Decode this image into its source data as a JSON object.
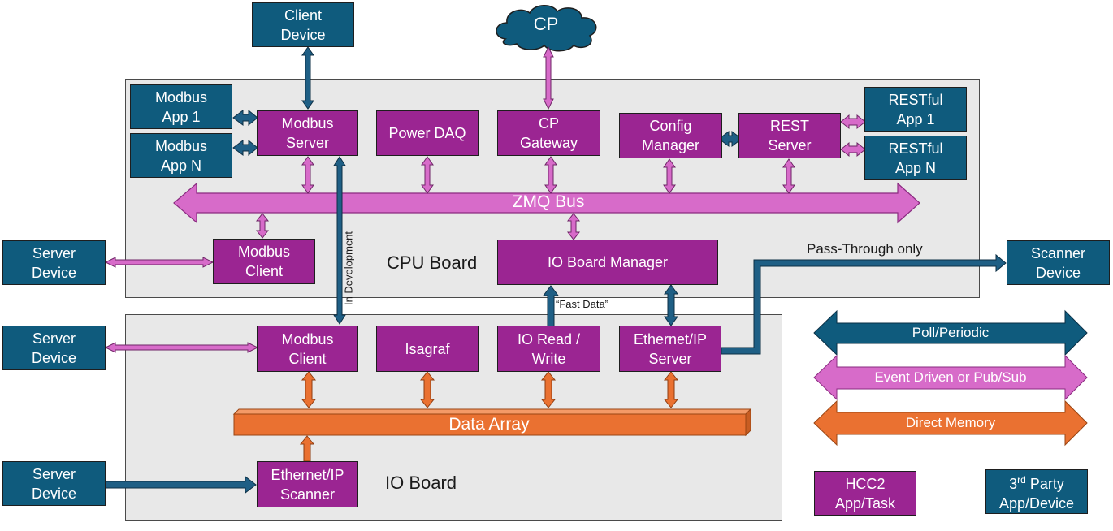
{
  "boards": {
    "cpu_board": "CPU Board",
    "io_board": "IO Board"
  },
  "nodes": {
    "client_device": [
      "Client",
      "Device"
    ],
    "cp_cloud": "CP",
    "modbus_app_1": [
      "Modbus",
      "App 1"
    ],
    "modbus_app_n": [
      "Modbus",
      "App N"
    ],
    "modbus_server": [
      "Modbus",
      "Server"
    ],
    "power_daq": [
      "Power DAQ"
    ],
    "cp_gateway": [
      "CP",
      "Gateway"
    ],
    "config_manager": [
      "Config",
      "Manager"
    ],
    "rest_server": [
      "REST",
      "Server"
    ],
    "restful_app_1": [
      "RESTful",
      "App 1"
    ],
    "restful_app_n": [
      "RESTful",
      "App N"
    ],
    "server_device_cpu": [
      "Server",
      "Device"
    ],
    "modbus_client_cpu": [
      "Modbus",
      "Client"
    ],
    "io_board_manager": [
      "IO Board Manager"
    ],
    "scanner_device": [
      "Scanner",
      "Device"
    ],
    "server_device_io_1": [
      "Server",
      "Device"
    ],
    "modbus_client_io": [
      "Modbus",
      "Client"
    ],
    "isagraf": [
      "Isagraf"
    ],
    "io_read_write": [
      "IO Read /",
      "Write"
    ],
    "ethernet_ip_server": [
      "Ethernet/IP",
      "Server"
    ],
    "server_device_io_2": [
      "Server",
      "Device"
    ],
    "ethernet_ip_scanner": [
      "Ethernet/IP",
      "Scanner"
    ]
  },
  "buses": {
    "zmq_bus": "ZMQ Bus",
    "data_array": "Data Array"
  },
  "annotations": {
    "in_development": "In Development",
    "pass_through": "Pass-Through only",
    "fast_data": "“Fast Data”"
  },
  "legend": {
    "poll_periodic": "Poll/Periodic",
    "event_driven": "Event Driven or Pub/Sub",
    "direct_memory": "Direct Memory",
    "hcc2_app_task": [
      "HCC2",
      "App/Task"
    ],
    "third_party": {
      "prefix": "3",
      "superscript": "rd",
      "suffix": " Party",
      "line2": "App/Device"
    }
  },
  "colors": {
    "hcc2_purple": "#9b2592",
    "third_party_blue": "#0f5b7d",
    "event_pink": "#d76bc9",
    "direct_orange": "#ea7131",
    "board_gray": "#e8e8e8"
  }
}
